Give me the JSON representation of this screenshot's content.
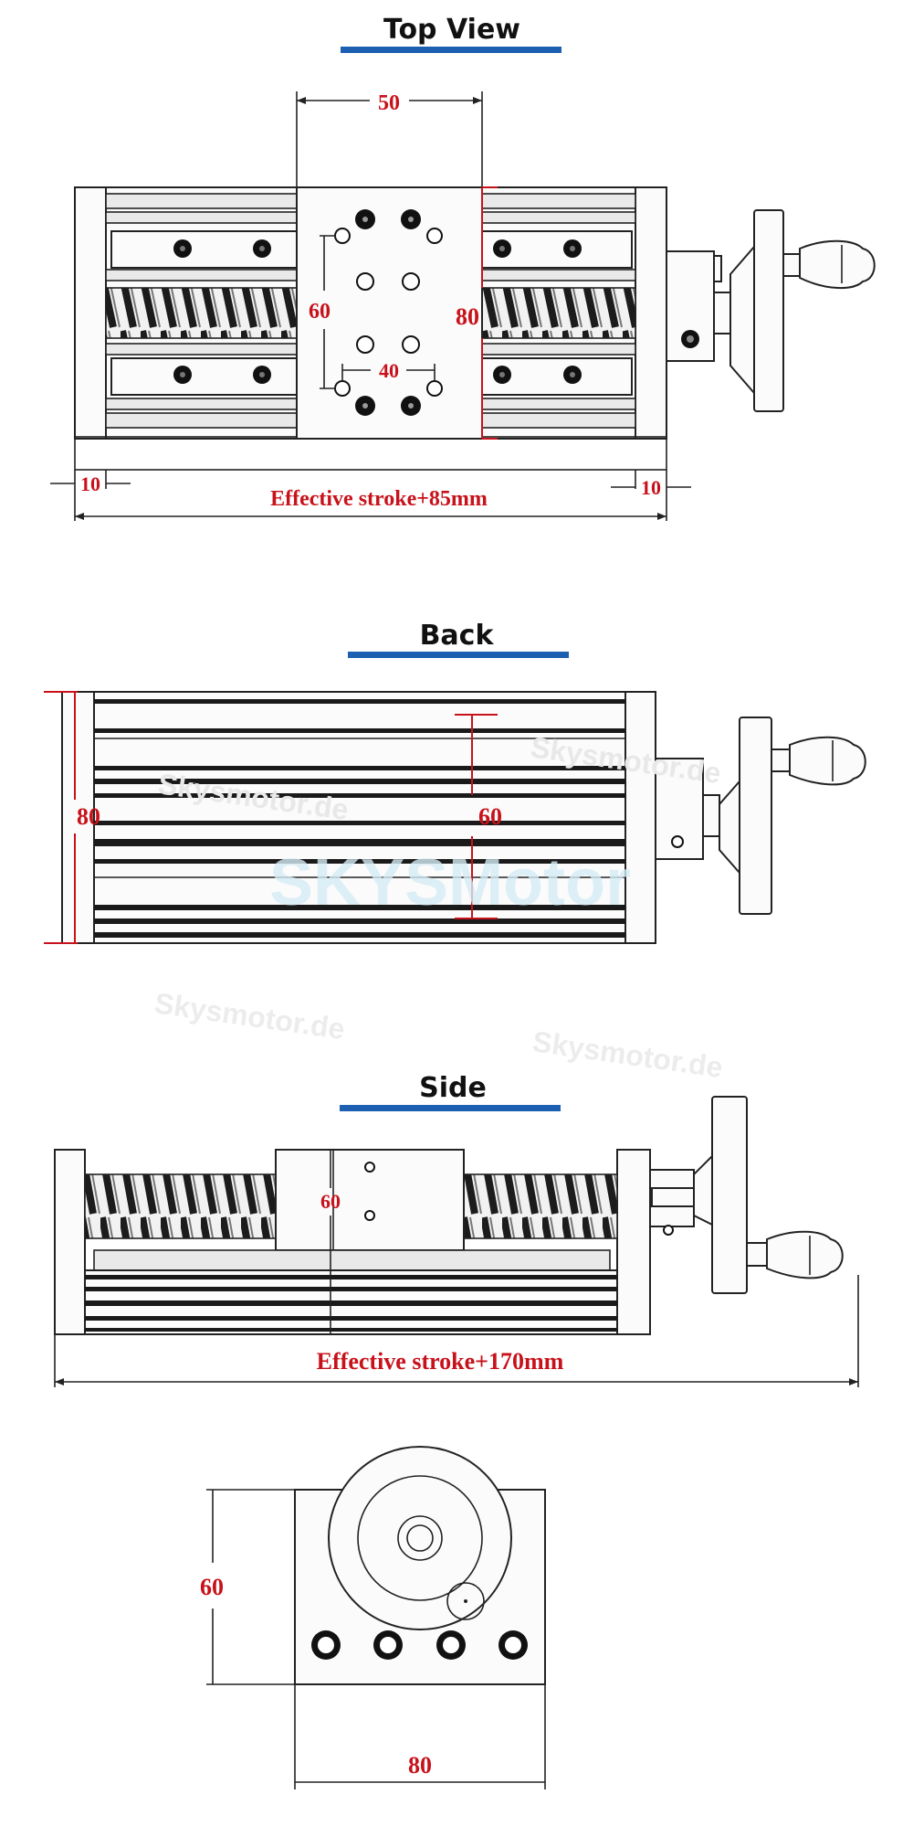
{
  "titles": {
    "top": "Top View",
    "back": "Back",
    "side": "Side"
  },
  "accent_color": "#1d5fb0",
  "dimension_color": "#c8121b",
  "top_view": {
    "dim_width_50": "50",
    "dim_height_60": "60",
    "dim_height_80": "80",
    "dim_spacing_40": "40",
    "dim_left_10": "10",
    "dim_right_10": "10",
    "stroke_label": "Effective stroke+85mm"
  },
  "back_view": {
    "dim_height_80": "80",
    "dim_height_60": "60",
    "watermark_large": "SKYSMotor",
    "watermark_small": "Skysmotor.de"
  },
  "side_view": {
    "dim_height_60": "60",
    "stroke_label": "Effective stroke+170mm",
    "watermark_small": "Skysmotor.de"
  },
  "end_view": {
    "dim_height_60": "60",
    "dim_width_80": "80"
  },
  "watermark_small": "Skysmotor.de"
}
